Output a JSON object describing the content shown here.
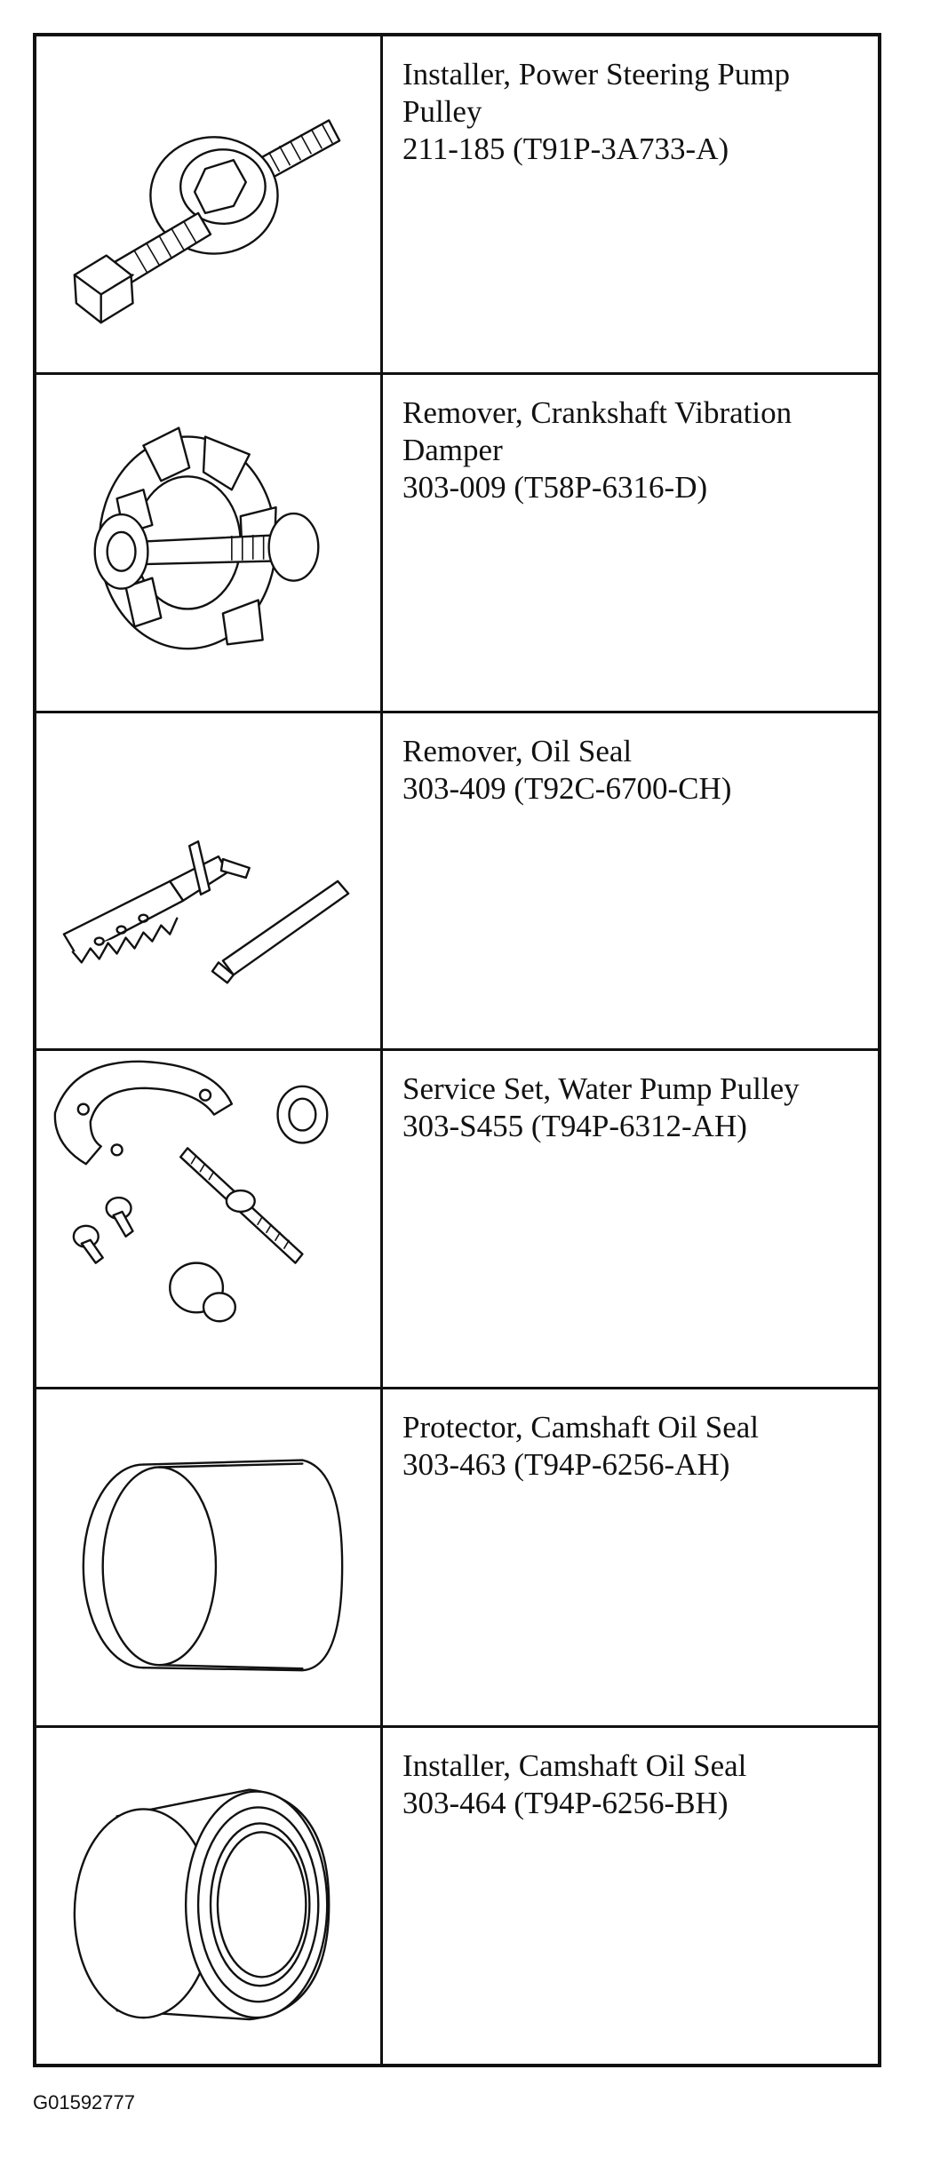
{
  "tools": [
    {
      "name": "Installer, Power Steering Pump Pulley",
      "part": "211-185 (T91P-3A733-A)"
    },
    {
      "name": "Remover, Crankshaft Vibration Damper",
      "part": "303-009 (T58P-6316-D)"
    },
    {
      "name": "Remover, Oil Seal",
      "part": "303-409 (T92C-6700-CH)"
    },
    {
      "name": "Service Set, Water Pump Pulley",
      "part": "303-S455 (T94P-6312-AH)"
    },
    {
      "name": "Protector, Camshaft Oil Seal",
      "part": "303-463 (T94P-6256-AH)"
    },
    {
      "name": "Installer, Camshaft Oil Seal",
      "part": "303-464 (T94P-6256-BH)"
    }
  ],
  "figure_id": "G01592777"
}
